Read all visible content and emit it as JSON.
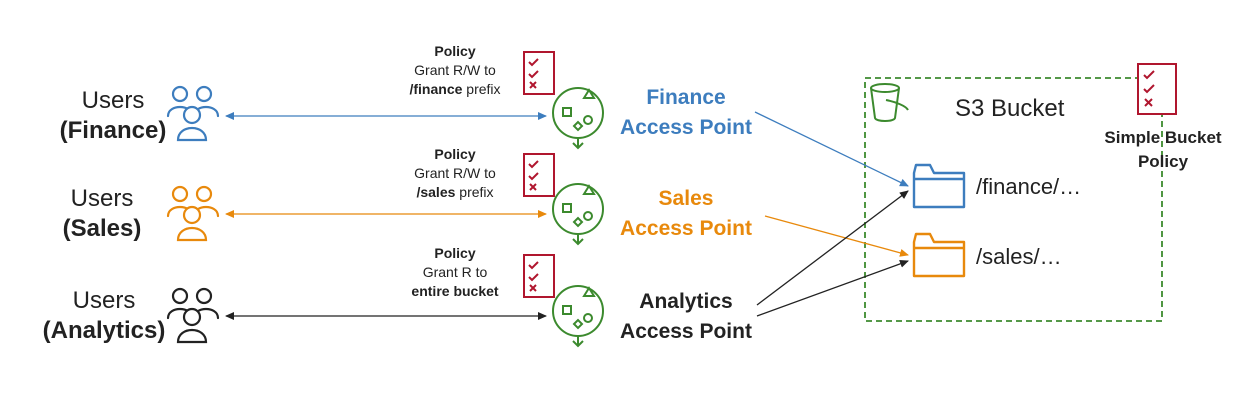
{
  "colors": {
    "finance": "#3d7dbe",
    "sales": "#e8890c",
    "analytics": "#222222",
    "access_point_icon": "#3c8a2e",
    "policy_icon": "#b0162e",
    "bucket_border": "#3c8a2e"
  },
  "icons": {
    "users": "users-group-icon",
    "policy": "policy-document-icon",
    "access_point": "access-point-icon",
    "bucket": "s3-bucket-icon",
    "folder": "folder-icon"
  },
  "rows": [
    {
      "users_label": "Users",
      "users_group": "(Finance)",
      "policy_title": "Policy",
      "policy_line1": "Grant R/W to",
      "policy_line2_bold": "/finance",
      "policy_line2_rest": " prefix",
      "ap_line1": "Finance",
      "ap_line2": "Access Point"
    },
    {
      "users_label": "Users",
      "users_group": "(Sales)",
      "policy_title": "Policy",
      "policy_line1": "Grant R/W to",
      "policy_line2_bold": "/sales",
      "policy_line2_rest": " prefix",
      "ap_line1": "Sales",
      "ap_line2": "Access Point"
    },
    {
      "users_label": "Users",
      "users_group": "(Analytics)",
      "policy_title": "Policy",
      "policy_line1": "Grant R to",
      "policy_line2_bold": "entire bucket",
      "policy_line2_rest": "",
      "ap_line1": "Analytics",
      "ap_line2": "Access Point"
    }
  ],
  "bucket": {
    "title": "S3 Bucket",
    "policy_line1": "Simple Bucket",
    "policy_line2": "Policy",
    "folders": [
      {
        "label": "/finance/…"
      },
      {
        "label": "/sales/…"
      }
    ]
  }
}
